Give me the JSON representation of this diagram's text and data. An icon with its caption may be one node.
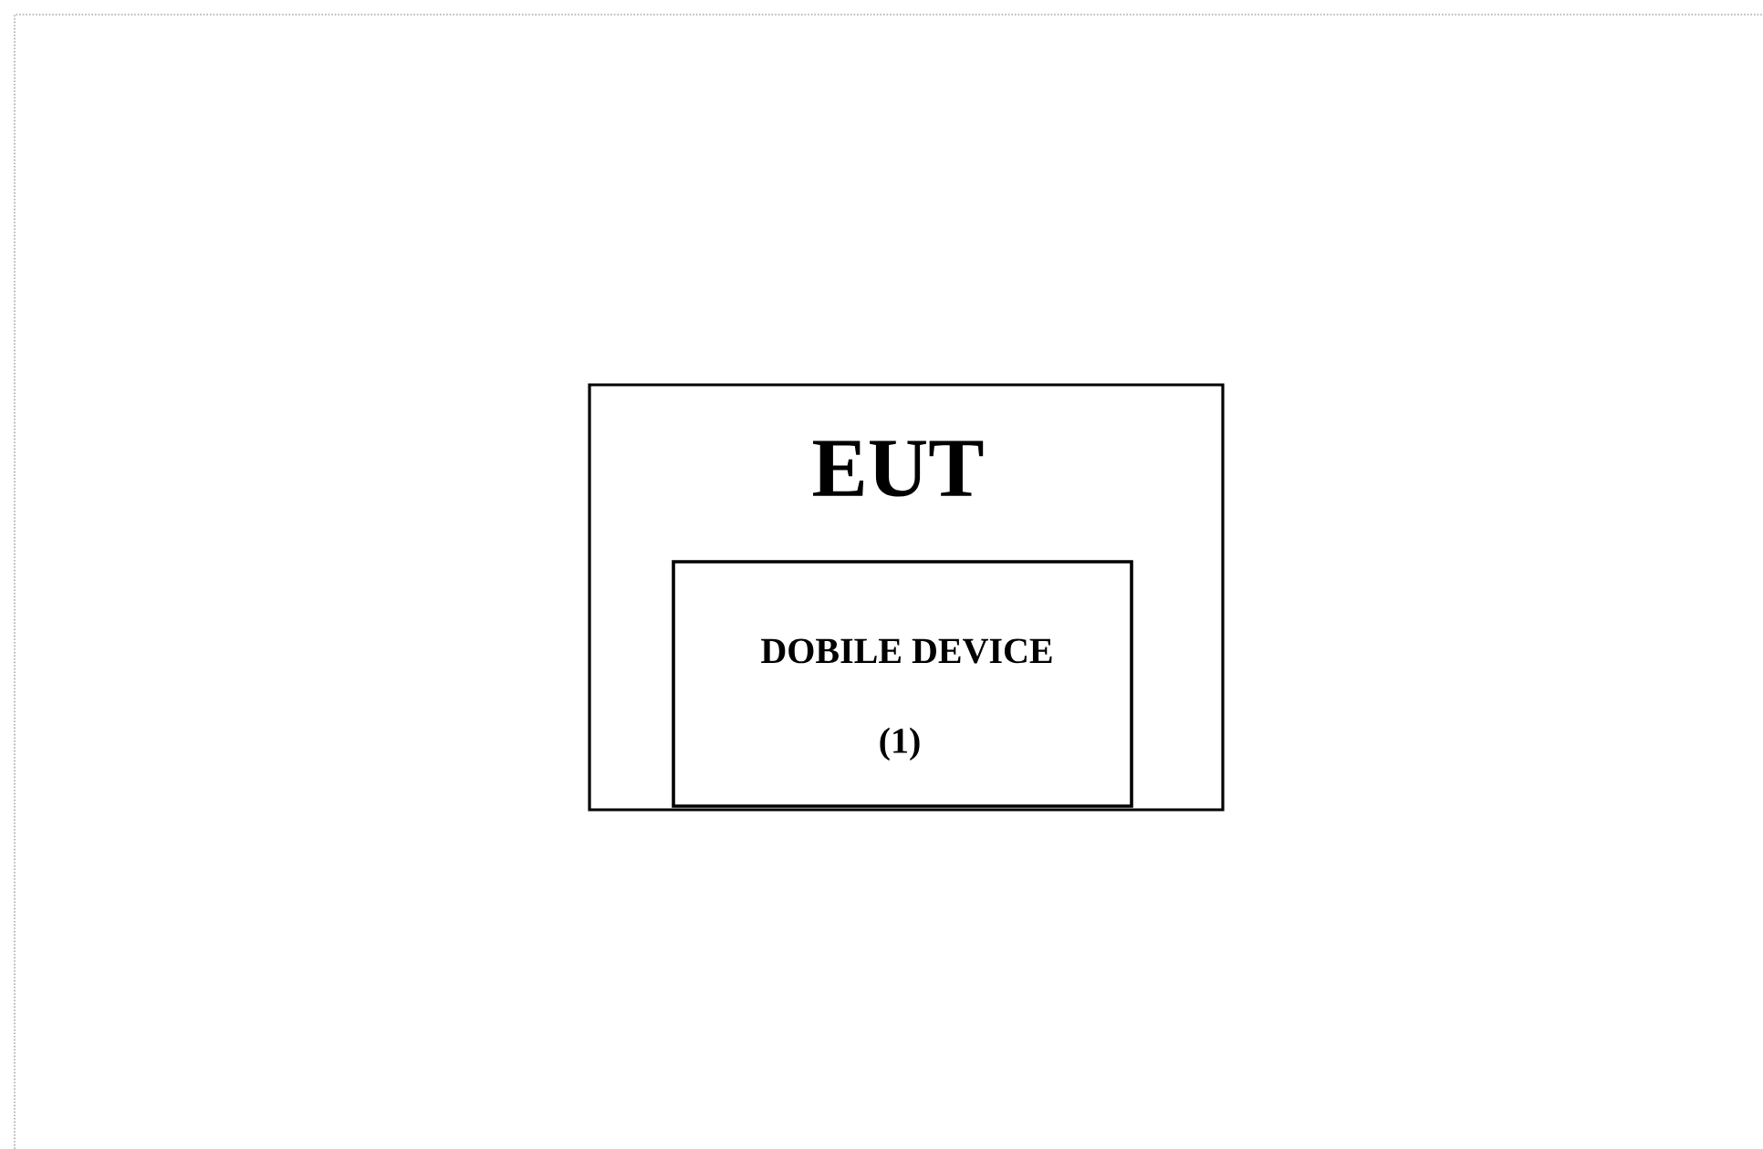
{
  "diagram": {
    "nodes": [
      {
        "text": [
          "EUT"
        ]
      },
      {
        "text": [
          "DOBILE DEVICE",
          "(1)"
        ],
        "in": 0
      }
    ]
  }
}
